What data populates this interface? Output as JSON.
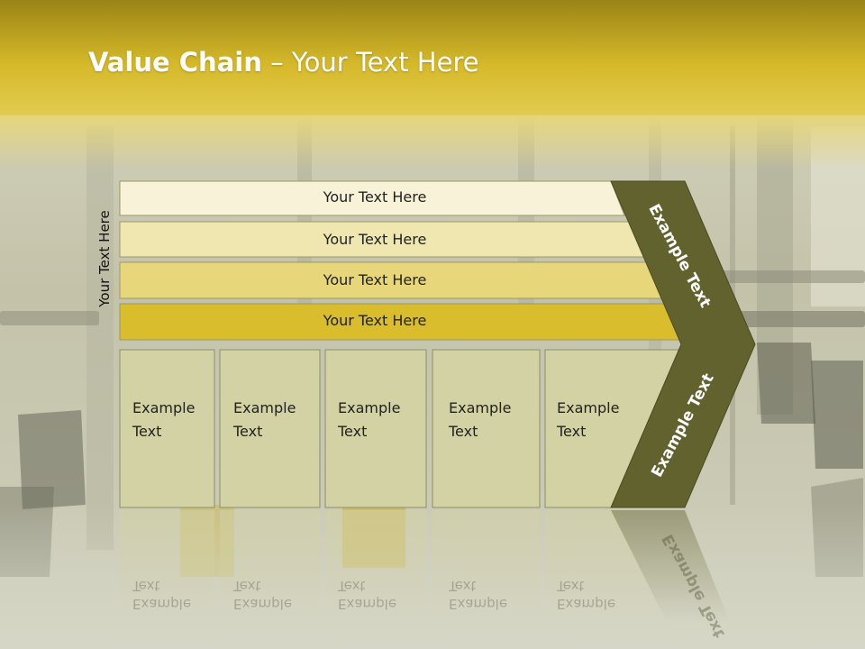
{
  "slide": {
    "title_bold": "Value Chain",
    "title_rest": " – Your Text Here",
    "side_label": "Your Text Here"
  },
  "bars": [
    {
      "label": "Your Text Here"
    },
    {
      "label": "Your Text Here"
    },
    {
      "label": "Your Text Here"
    },
    {
      "label": "Your Text Here"
    }
  ],
  "boxes": [
    {
      "line1": "Example",
      "line2": "Text"
    },
    {
      "line1": "Example",
      "line2": "Text"
    },
    {
      "line1": "Example",
      "line2": "Text"
    },
    {
      "line1": "Example",
      "line2": "Text"
    },
    {
      "line1": "Example",
      "line2": "Text"
    }
  ],
  "chevron": {
    "upper_label": "Example Text",
    "lower_label": "Example Text"
  },
  "colors": {
    "header_gold": "#c9ae1e",
    "bar1": "#f7f2d8",
    "bar2": "#f0e7b0",
    "bar3": "#e8d77a",
    "bar4": "#d9bd2c",
    "box_fill": "#d3d2a4",
    "chevron": "#62622f"
  }
}
